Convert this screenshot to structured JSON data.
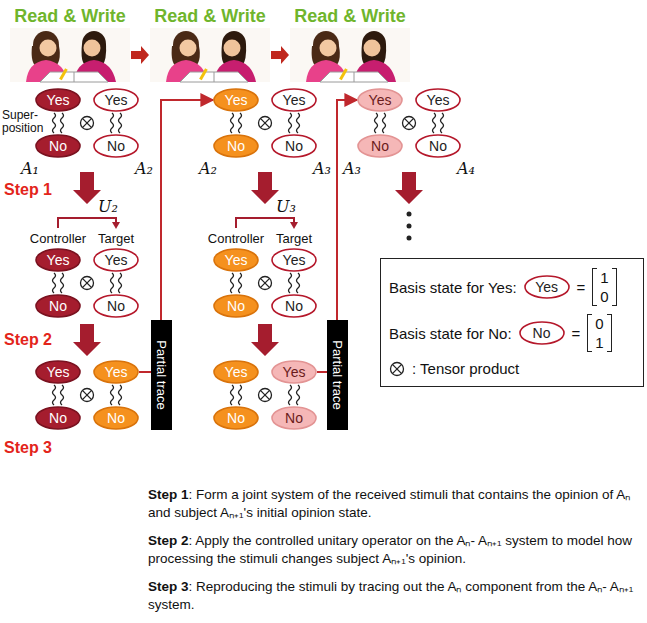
{
  "diagram": {
    "nodes": [
      {
        "text": [
          "Yes"
        ]
      },
      {
        "text": [
          "No"
        ]
      },
      {
        "text": [
          "Yes"
        ]
      },
      {
        "text": [
          "No"
        ]
      },
      {
        "text": [
          "Yes"
        ]
      },
      {
        "text": [
          "No"
        ]
      },
      {
        "text": [
          "Yes"
        ]
      },
      {
        "text": [
          "No"
        ]
      },
      {
        "text": [
          "Yes"
        ]
      },
      {
        "text": [
          "No"
        ]
      },
      {
        "text": [
          "Yes"
        ]
      },
      {
        "text": [
          "No"
        ]
      },
      {
        "text": [
          "Partial trace"
        ]
      },
      {
        "text": [
          "Yes"
        ]
      },
      {
        "text": [
          "No"
        ]
      },
      {
        "text": [
          "Yes"
        ]
      },
      {
        "text": [
          "No"
        ]
      },
      {
        "text": [
          "Yes"
        ]
      },
      {
        "text": [
          "No"
        ]
      },
      {
        "text": [
          "Yes"
        ]
      },
      {
        "text": [
          "No"
        ]
      },
      {
        "text": [
          "Yes"
        ]
      },
      {
        "text": [
          "No"
        ]
      },
      {
        "text": [
          "Yes"
        ]
      },
      {
        "text": [
          "No"
        ]
      },
      {
        "text": [
          "Partial trace"
        ]
      },
      {
        "text": [
          "Yes"
        ]
      },
      {
        "text": [
          "No"
        ]
      },
      {
        "text": [
          "Yes"
        ]
      },
      {
        "text": [
          "No"
        ]
      },
      {
        "text": [
          "Basis state for Yes:",
          "Basis state for No:",
          ": Tensor product"
        ]
      },
      {
        "text": [
          "Yes"
        ],
        "in": 30
      },
      {
        "text": [
          "No"
        ],
        "in": 30
      }
    ],
    "edges": [
      {
        "from": 10,
        "to": 13,
        "arrow": "to"
      },
      {
        "from": 23,
        "to": 26,
        "arrow": "to"
      }
    ],
    "labels": [
      "Read & Write",
      "Read & Write",
      "Read & Write",
      "Super- position",
      "A₁",
      "A₂",
      "Step 1",
      "U₂",
      "Controller",
      "Target",
      "Step 2",
      "Step 3",
      "A₂",
      "A₃",
      "U₃",
      "Controller",
      "Target",
      "A₃",
      "A₄",
      "=",
      "1",
      "0",
      "=",
      "0",
      "1",
      "Step 1",
      ": Form a joint system of the received stimuli that contains the opinion of Aₙ and subject Aₙ₊₁'s initial opinion state.",
      "Step 2",
      ": Apply the controlled unitary operator on the Aₙ- Aₙ₊₁ system to model how processing the stimuli changes subject Aₙ₊₁'s opinion.",
      "Step 3",
      ": Reproducing the stimuli by tracing out the Aₙ component from the Aₙ- Aₙ₊₁ system."
    ]
  }
}
